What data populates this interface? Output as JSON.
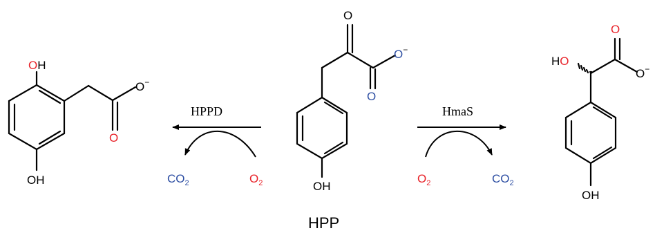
{
  "colors": {
    "bond": "#000000",
    "oxygen": "#e8232a",
    "carboxylate": "#2e4fa3"
  },
  "compound_label": "HPP",
  "enzymes": {
    "left": "HPPD",
    "right": "HmaS"
  },
  "atoms": {
    "oh": "OH",
    "ho": "HO",
    "o": "O",
    "charge": "−",
    "co2_base": "CO",
    "o2_base": "O",
    "sub_two": "2"
  }
}
